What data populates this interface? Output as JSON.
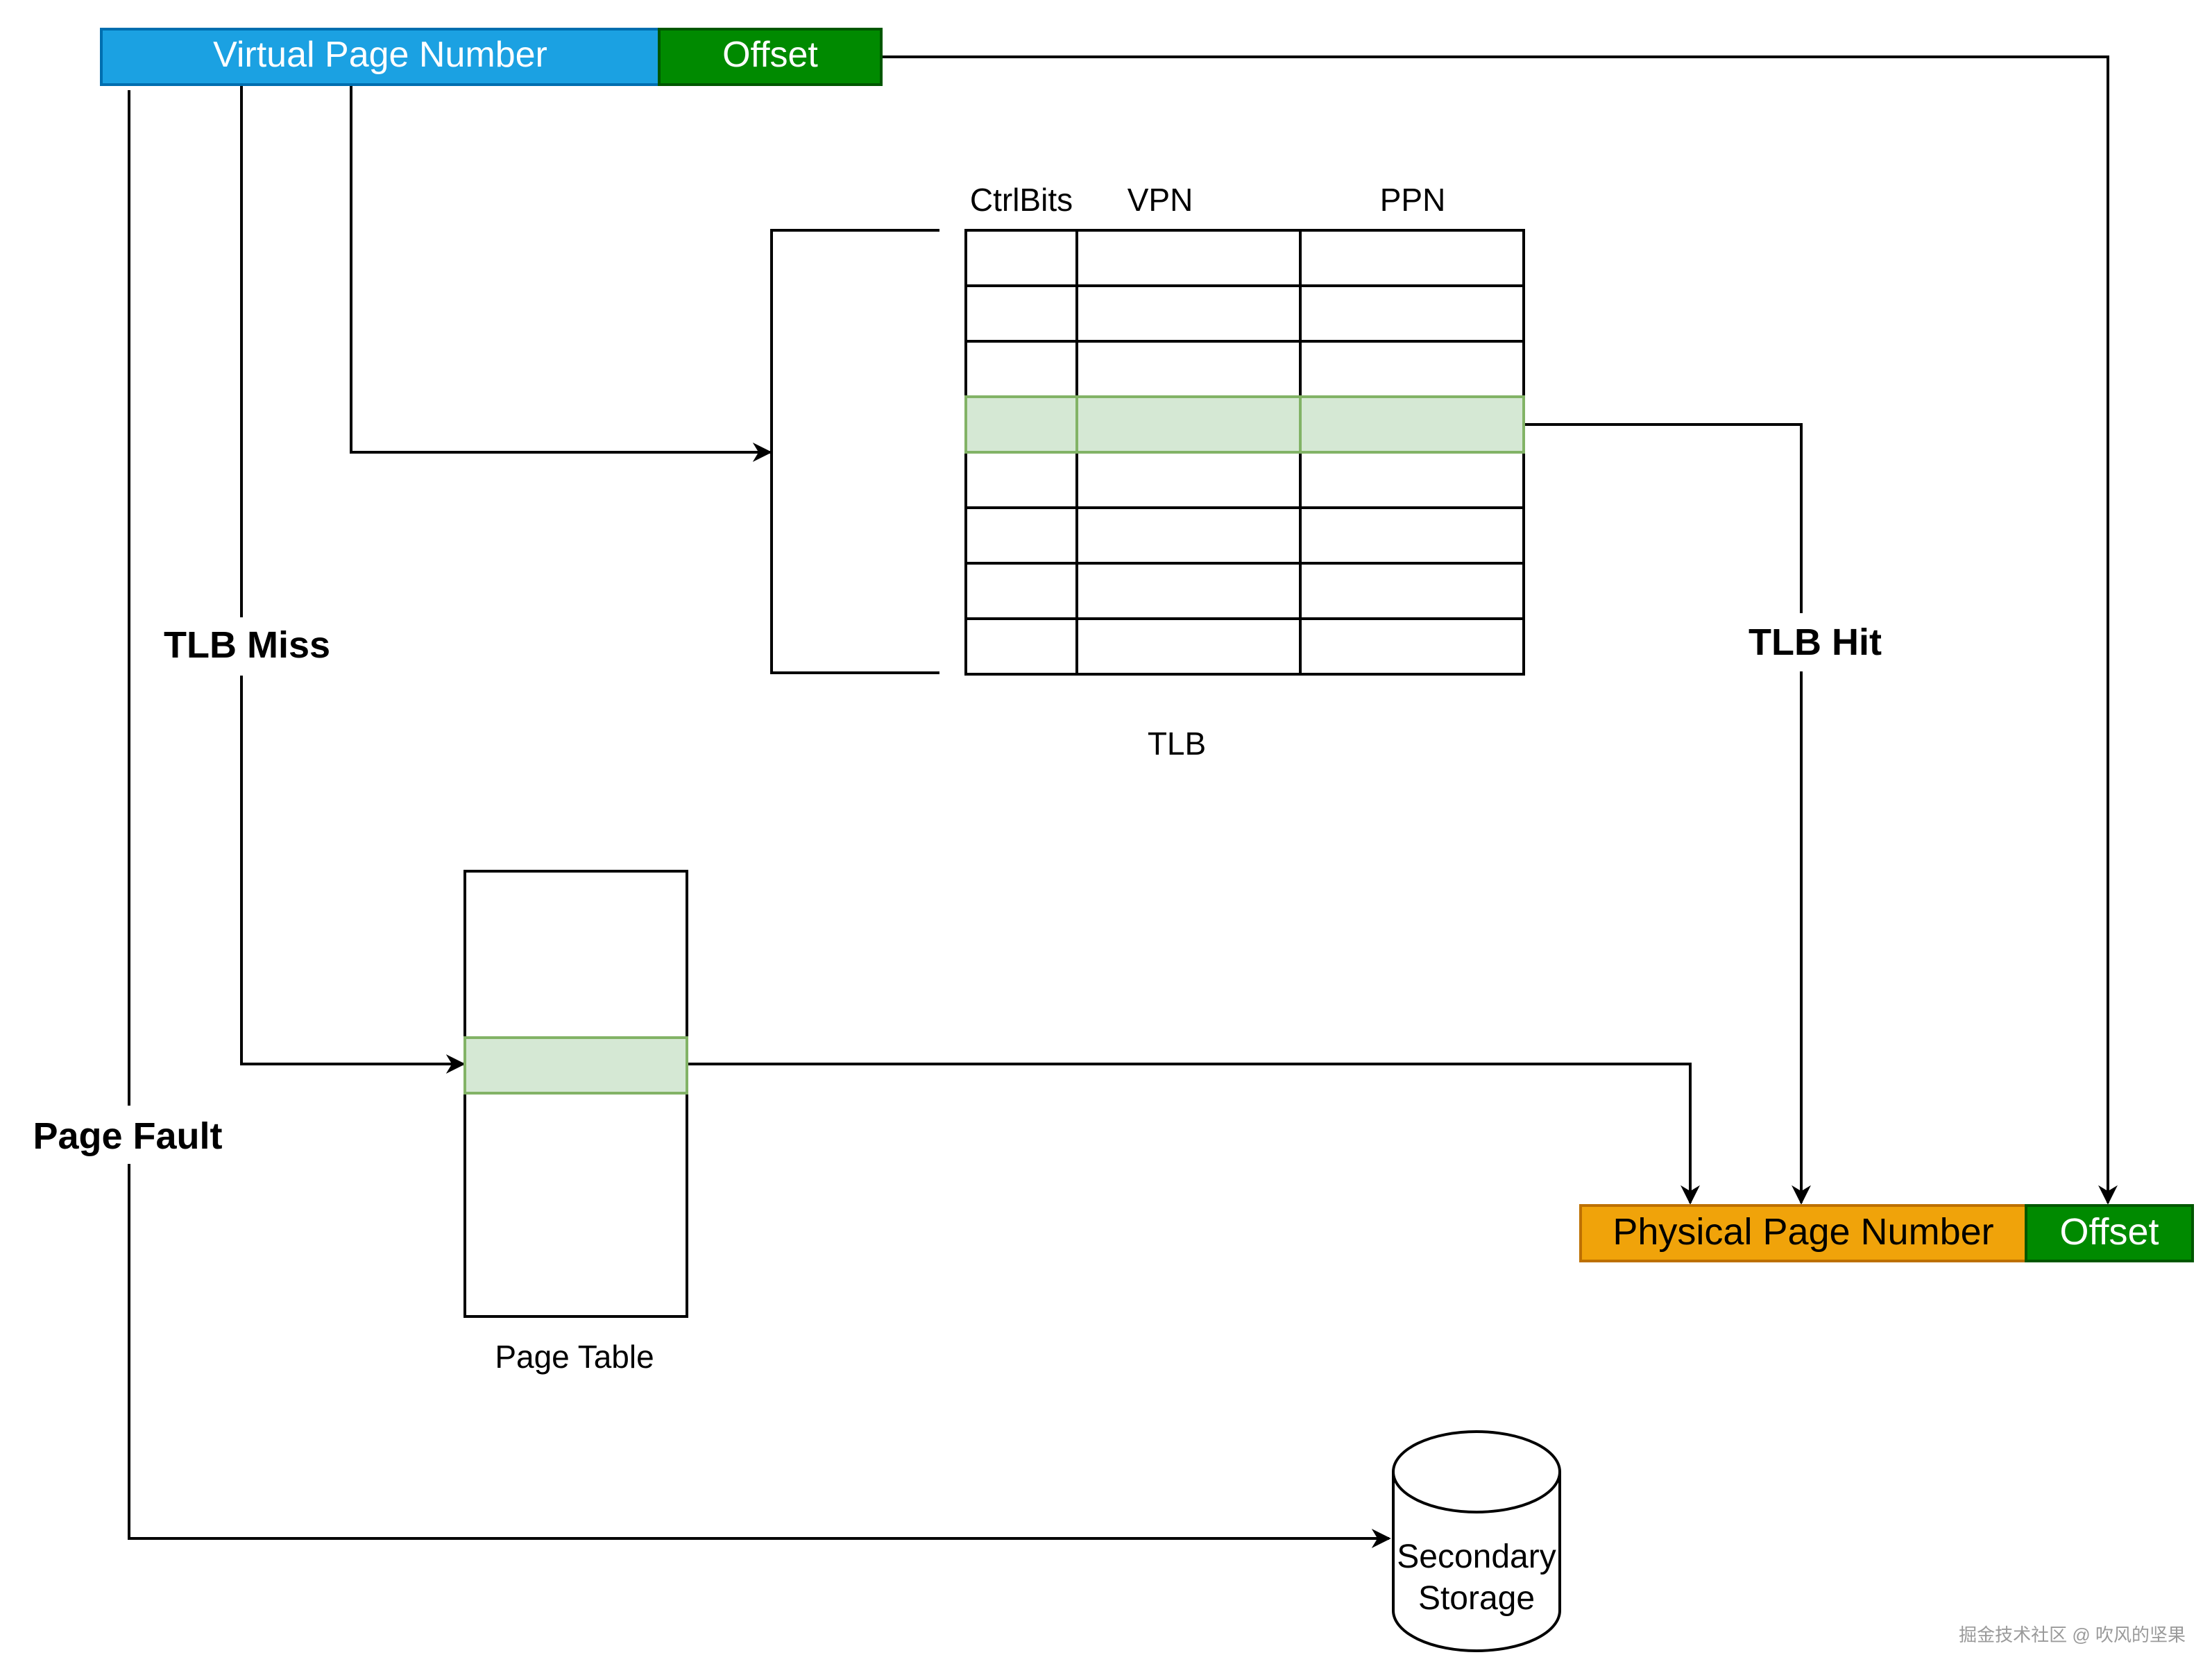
{
  "virtual_address": {
    "vpn_label": "Virtual Page Number",
    "offset_label": "Offset",
    "vpn_color": "#1ba1e2",
    "vpn_border": "#006eaf",
    "offset_color": "#008a00",
    "offset_border": "#005700"
  },
  "physical_address": {
    "ppn_label": "Physical Page Number",
    "offset_label": "Offset",
    "ppn_color": "#f0a30a",
    "ppn_border": "#bd7000",
    "offset_color": "#008a00",
    "offset_border": "#005700"
  },
  "tlb": {
    "caption": "TLB",
    "columns": [
      "CtrlBits",
      "VPN",
      "PPN"
    ],
    "row_count": 8,
    "highlighted_row": 3,
    "highlight_color": "#d5e8d4",
    "highlight_border": "#82b366"
  },
  "page_table": {
    "caption": "Page Table",
    "highlight_color": "#d5e8d4",
    "highlight_border": "#82b366"
  },
  "secondary_storage": {
    "line1": "Secondary",
    "line2": "Storage"
  },
  "edge_labels": {
    "tlb_miss": "TLB Miss",
    "tlb_hit": "TLB Hit",
    "page_fault": "Page Fault"
  },
  "watermark": "掘金技术社区 @ 吹风的坚果"
}
